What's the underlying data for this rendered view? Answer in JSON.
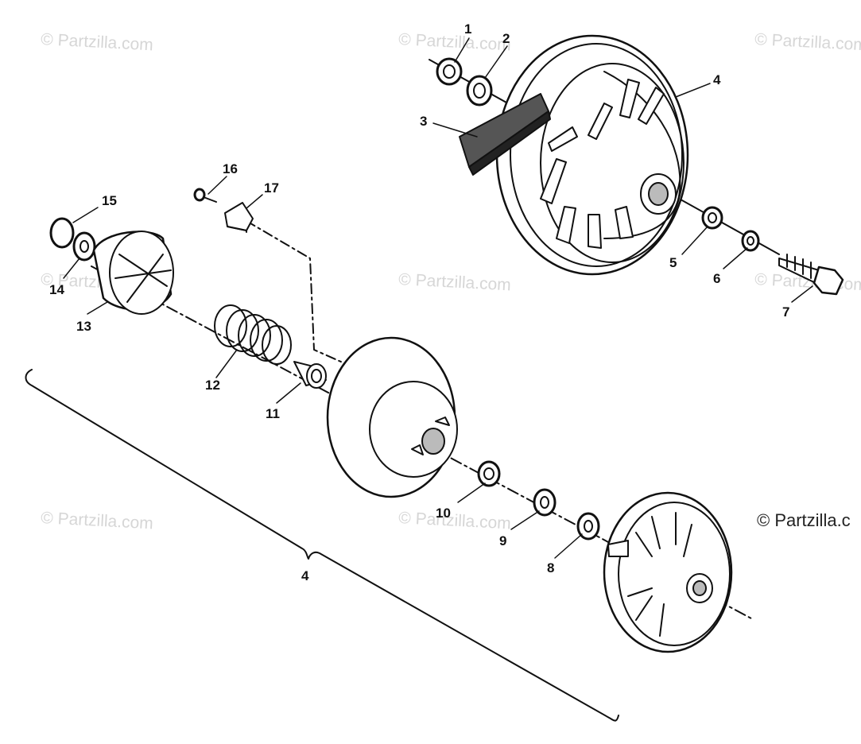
{
  "watermark_text": "© Partzilla.com",
  "watermark_text_clipped": "© Partzilla.c",
  "callouts": [
    "1",
    "2",
    "3",
    "4",
    "5",
    "6",
    "7",
    "8",
    "9",
    "10",
    "11",
    "12",
    "13",
    "14",
    "15",
    "16",
    "17",
    "4"
  ],
  "parts": [
    "washer-1",
    "washer-2",
    "belt-3",
    "sheave-4",
    "washer-5",
    "washer-6",
    "bolt-7",
    "washer-8",
    "washer-9",
    "bushing-10",
    "bushing-11",
    "spring-12",
    "cam-13",
    "washer-14",
    "snap-ring-15",
    "screw-16",
    "shoe-17"
  ]
}
